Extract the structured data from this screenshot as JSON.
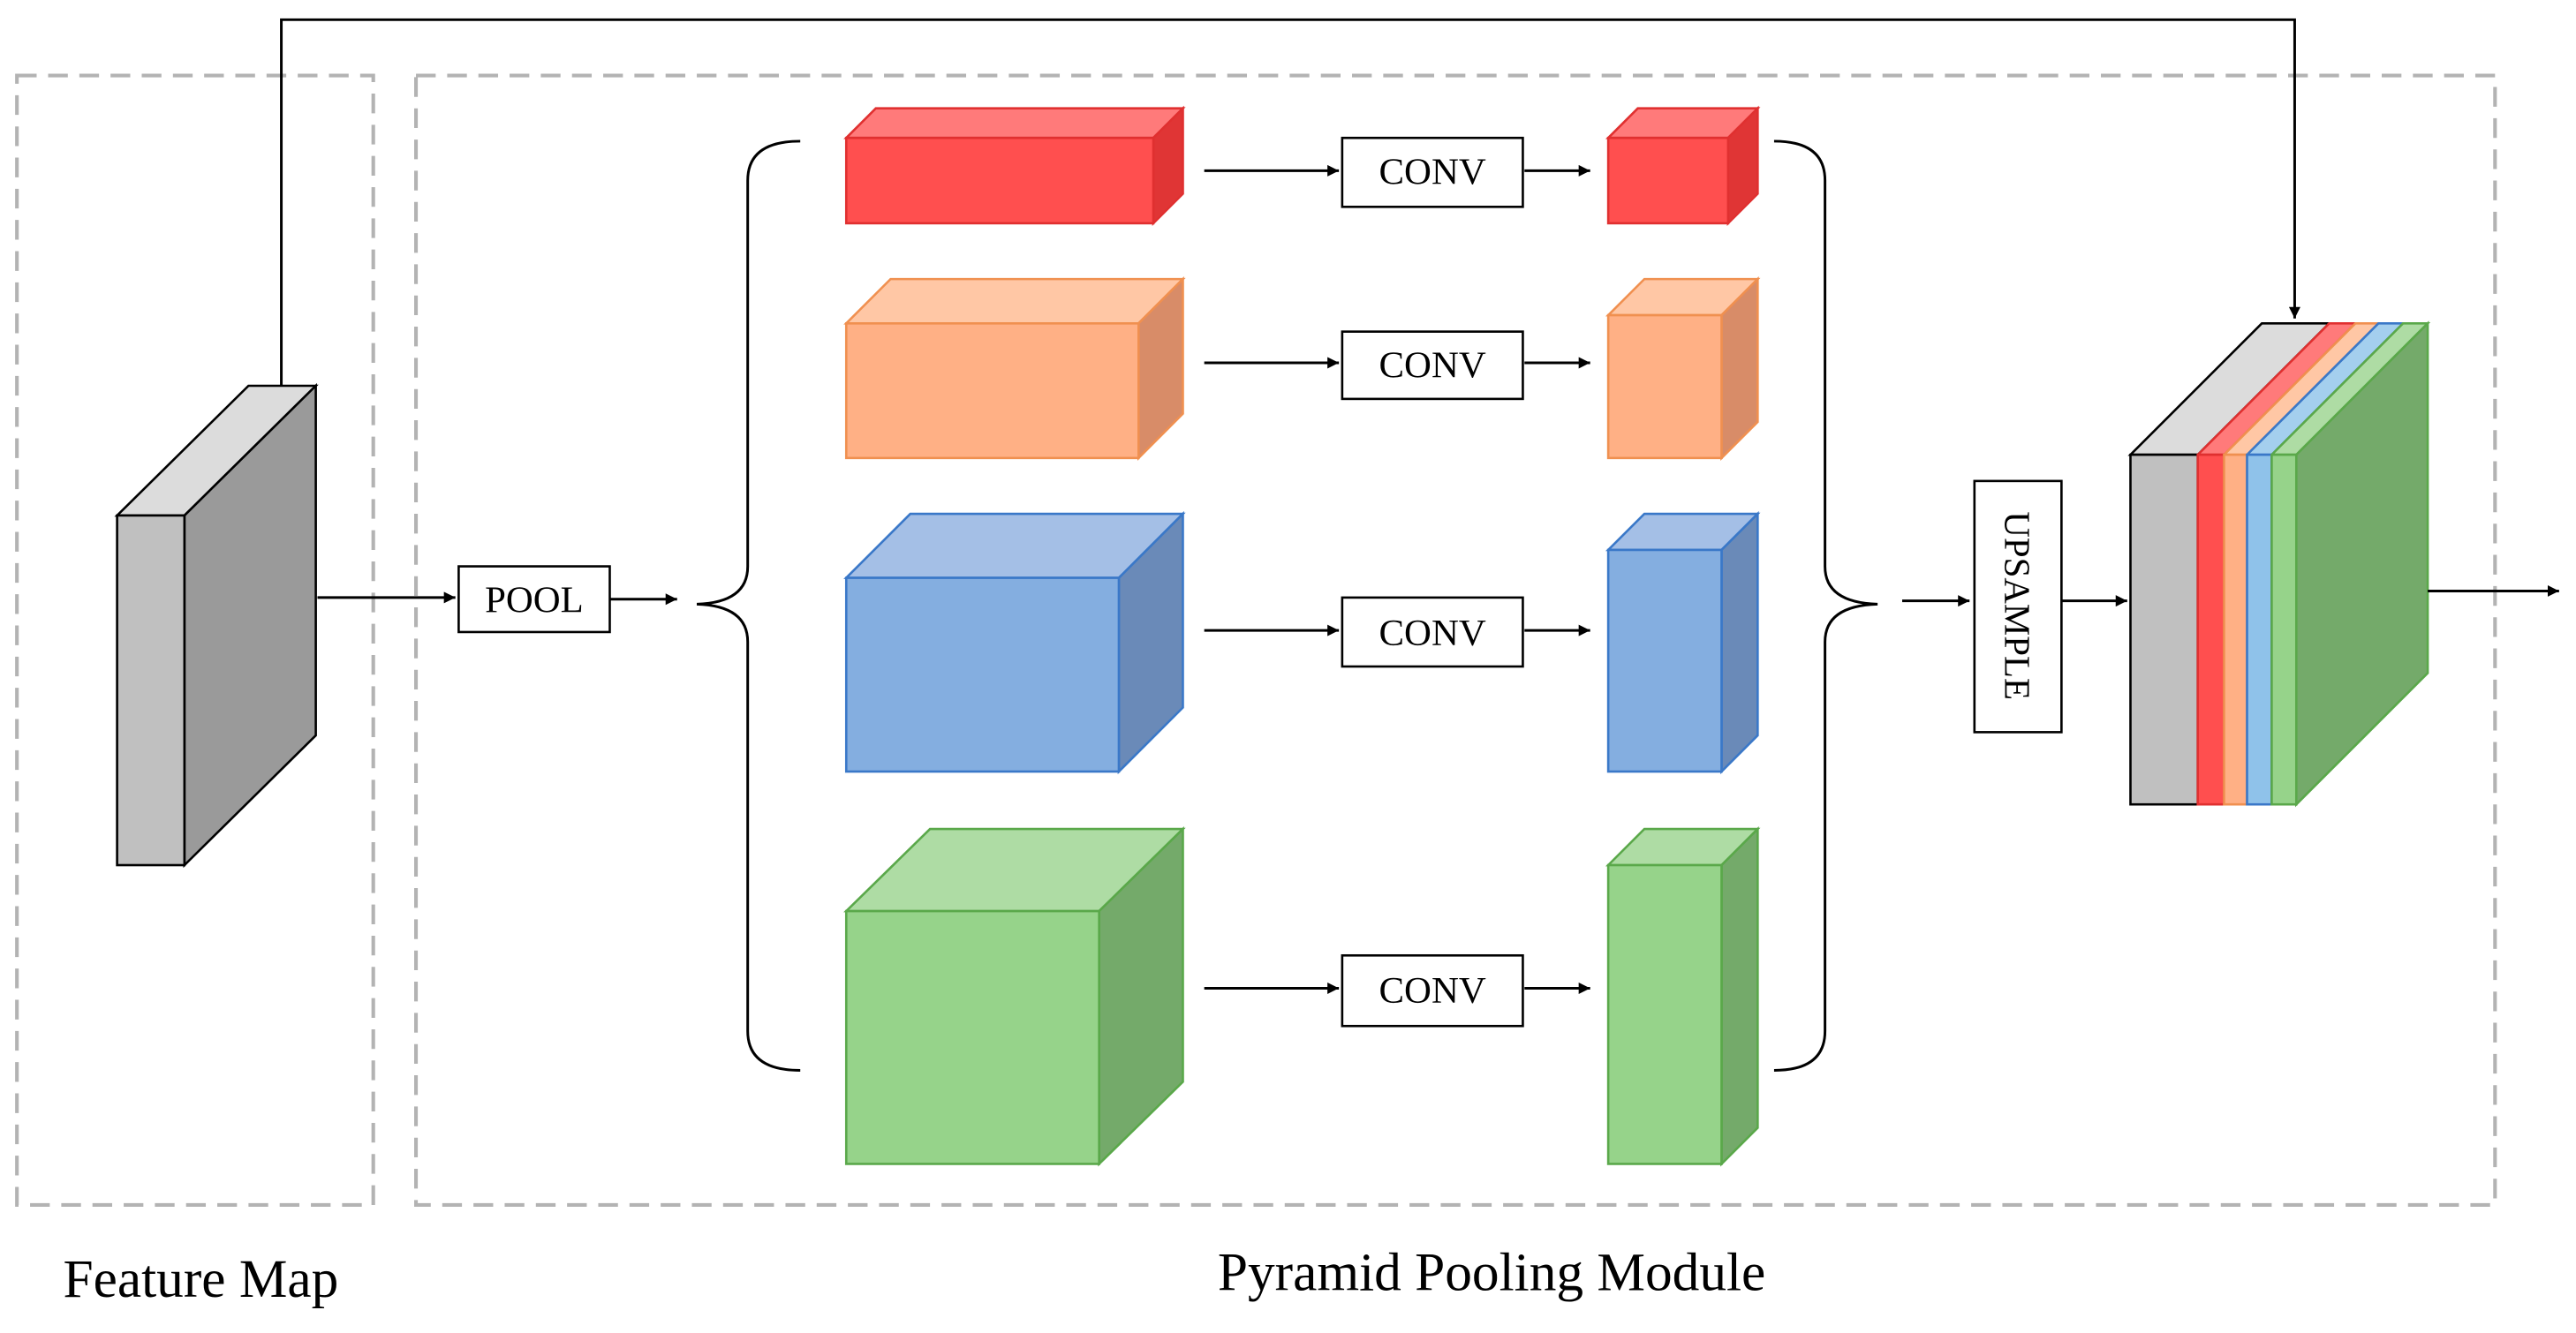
{
  "regions": {
    "feature_map": "Feature Map",
    "pyramid_pooling_module": "Pyramid Pooling Module"
  },
  "blocks": {
    "pool": "POOL",
    "conv": "CONV",
    "upsample": "UPSAMPLE"
  },
  "colors": {
    "input_gray": "#c0c0c0",
    "red": "#ff4f4f",
    "orange": "#ffb085",
    "blue": "#84aee0",
    "green": "#96d38a"
  },
  "branches": [
    {
      "name": "red",
      "color": "#ff4f4f"
    },
    {
      "name": "orange",
      "color": "#ffb085"
    },
    {
      "name": "blue",
      "color": "#84aee0"
    },
    {
      "name": "green",
      "color": "#96d38a"
    }
  ]
}
